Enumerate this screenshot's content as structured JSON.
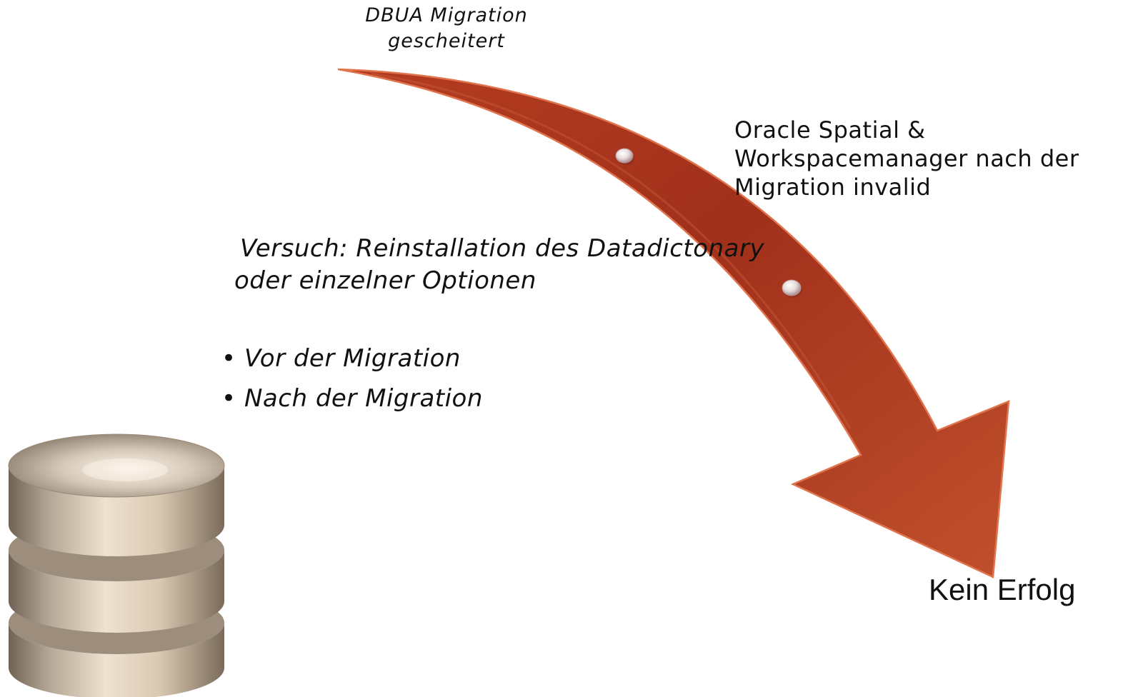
{
  "start_label": "DBUA Migration gescheitert",
  "issue_label": "Oracle Spatial & Workspacemanager nach der Migration invalid",
  "attempt": {
    "heading": "Versuch: Reinstallation des Datadictonary oder einzelner Optionen",
    "items": [
      "Vor der Migration",
      "Nach der Migration"
    ]
  },
  "result_label": "Kein Erfolg",
  "colors": {
    "arrow": "#a5341a",
    "arrow_edge": "#e0744e",
    "database": "#b8ab9d",
    "text": "#111111"
  },
  "icons": [
    "database-icon",
    "milestone-dot"
  ]
}
